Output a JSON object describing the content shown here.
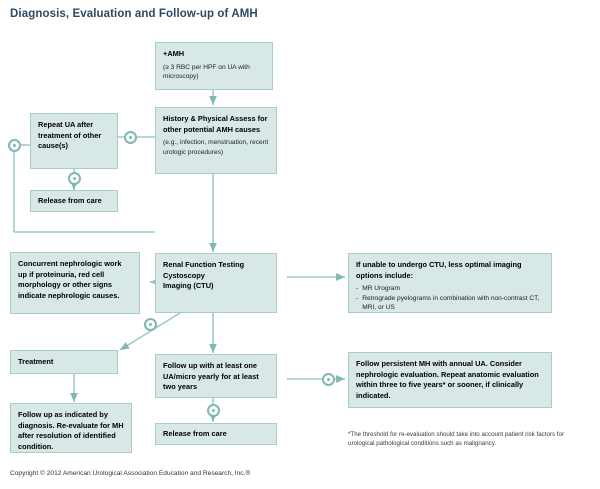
{
  "page": {
    "title": "Diagnosis, Evaluation and Follow-up of AMH",
    "copyright": "Copyright © 2012 American Urological Association Education and Research, Inc.®",
    "footnote": "*The threshold for re-evaluation should take into account patient risk factors for urological pathological conditions such as malignancy.",
    "accent": "#7fb8b4",
    "box_fill": "#d7e8e7",
    "box_border": "#a9cbc9",
    "title_color": "#2b4a63"
  },
  "boxes": {
    "amh": {
      "heading": "+AMH",
      "sub": "(≥ 3 RBC per HPF on UA with microscopy)"
    },
    "history": {
      "heading": "History & Physical Assess for other potential AMH causes",
      "sub": "(e.g., infection, menstruation, recent urologic procedures)"
    },
    "repeat_ua": {
      "heading": "Repeat UA after treatment of other cause(s)"
    },
    "release_from_care_top": {
      "heading": "Release from care"
    },
    "nephrologic": {
      "heading": "Concurrent nephrologic work up if proteinuria, red cell morphology or other signs indicate nephrologic causes."
    },
    "renal_testing": {
      "line1": "Renal Function Testing",
      "line2": "Cystoscopy",
      "line3": "Imaging (CTU)"
    },
    "ctu_alternatives": {
      "heading": "If unable to undergo CTU, less optimal imaging options include:",
      "items": [
        "MR Urogram",
        "Retrograde pyelograms in combination with non-contrast CT, MRI, or US"
      ]
    },
    "treatment": {
      "heading": "Treatment"
    },
    "followup_diagnosis": {
      "heading": "Follow up as indicated by diagnosis. Re-evaluate for MH after resolution of identified condition."
    },
    "followup_ua": {
      "heading": "Follow up with at least one UA/micro yearly for at least two years"
    },
    "release_from_care_bottom": {
      "heading": "Release from care"
    },
    "persistent_mh": {
      "heading": "Follow persistent MH with annual UA. Consider nephrologic evaluation. Repeat anatomic evaluation within three to five years* or sooner, if clinically indicated."
    }
  }
}
